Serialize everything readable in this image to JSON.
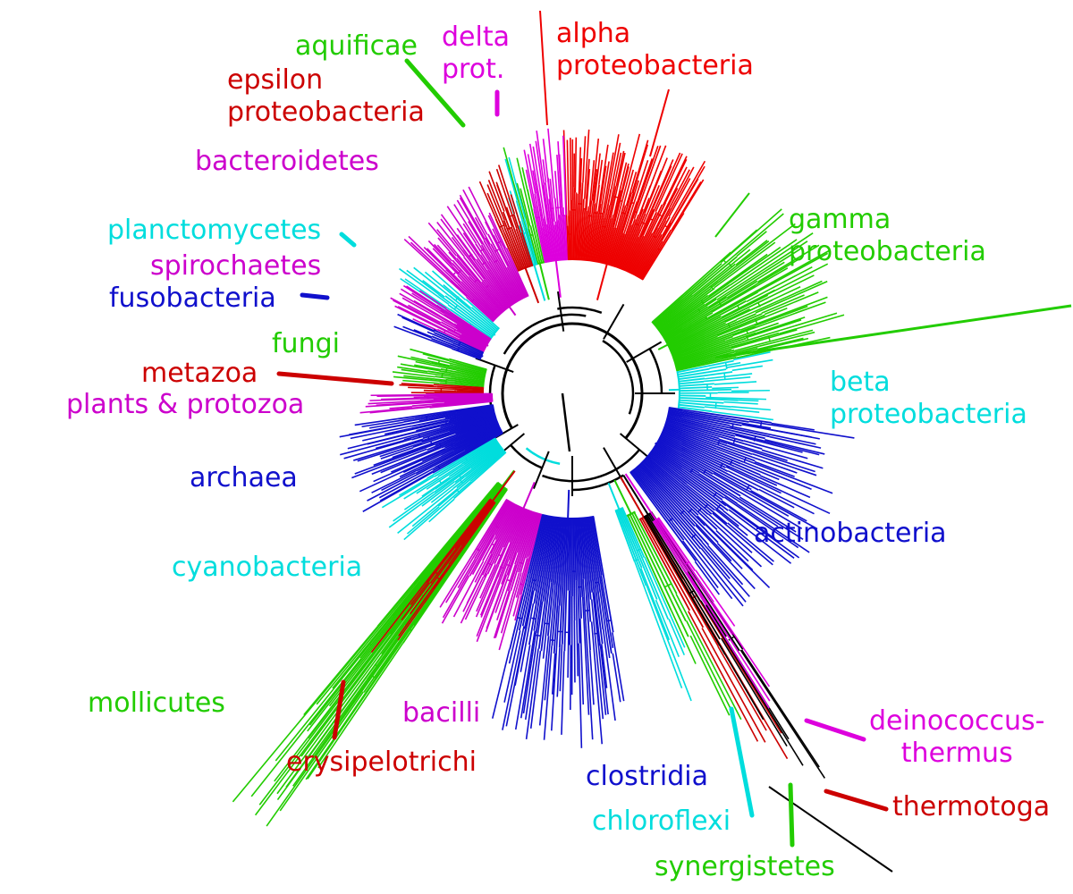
{
  "clades": [
    {
      "id": "alpha",
      "lines": [
        "alpha",
        "proteobacteria"
      ],
      "color": "#ee0000"
    },
    {
      "id": "delta",
      "lines": [
        "delta",
        "prot."
      ],
      "color": "#dd00dd"
    },
    {
      "id": "aquificae",
      "lines": [
        "aquificae"
      ],
      "color": "#22cc00"
    },
    {
      "id": "epsilon",
      "lines": [
        "epsilon",
        "proteobacteria"
      ],
      "color": "#cc0000"
    },
    {
      "id": "bacteroidetes",
      "lines": [
        "bacteroidetes"
      ],
      "color": "#cc00cc"
    },
    {
      "id": "planctomycetes",
      "lines": [
        "planctomycetes"
      ],
      "color": "#00dddd"
    },
    {
      "id": "spirochaetes",
      "lines": [
        "spirochaetes"
      ],
      "color": "#cc00cc"
    },
    {
      "id": "fusobacteria",
      "lines": [
        "fusobacteria"
      ],
      "color": "#1010cc"
    },
    {
      "id": "fungi",
      "lines": [
        "fungi"
      ],
      "color": "#22cc00"
    },
    {
      "id": "metazoa",
      "lines": [
        "metazoa"
      ],
      "color": "#cc0000"
    },
    {
      "id": "plants",
      "lines": [
        "plants & protozoa"
      ],
      "color": "#cc00cc"
    },
    {
      "id": "archaea",
      "lines": [
        "archaea"
      ],
      "color": "#1010cc"
    },
    {
      "id": "cyanobacteria",
      "lines": [
        "cyanobacteria"
      ],
      "color": "#00dddd"
    },
    {
      "id": "mollicutes",
      "lines": [
        "mollicutes"
      ],
      "color": "#22cc00"
    },
    {
      "id": "erysipelotrichi",
      "lines": [
        "erysipelotrichi"
      ],
      "color": "#cc0000"
    },
    {
      "id": "bacilli",
      "lines": [
        "bacilli"
      ],
      "color": "#cc00cc"
    },
    {
      "id": "clostridia",
      "lines": [
        "clostridia"
      ],
      "color": "#1010cc"
    },
    {
      "id": "chloroflexi",
      "lines": [
        "chloroflexi"
      ],
      "color": "#00dddd"
    },
    {
      "id": "synergistetes",
      "lines": [
        "synergistetes"
      ],
      "color": "#22cc00"
    },
    {
      "id": "thermotoga",
      "lines": [
        "thermotoga"
      ],
      "color": "#cc0000"
    },
    {
      "id": "deinococcus",
      "lines": [
        "deinococcus-",
        "thermus"
      ],
      "color": "#dd00dd"
    },
    {
      "id": "actinobacteria",
      "lines": [
        "actinobacteria"
      ],
      "color": "#1010cc"
    },
    {
      "id": "beta",
      "lines": [
        "beta",
        "proteobacteria"
      ],
      "color": "#00dddd"
    },
    {
      "id": "gamma",
      "lines": [
        "gamma",
        "proteobacteria"
      ],
      "color": "#22cc00"
    }
  ]
}
